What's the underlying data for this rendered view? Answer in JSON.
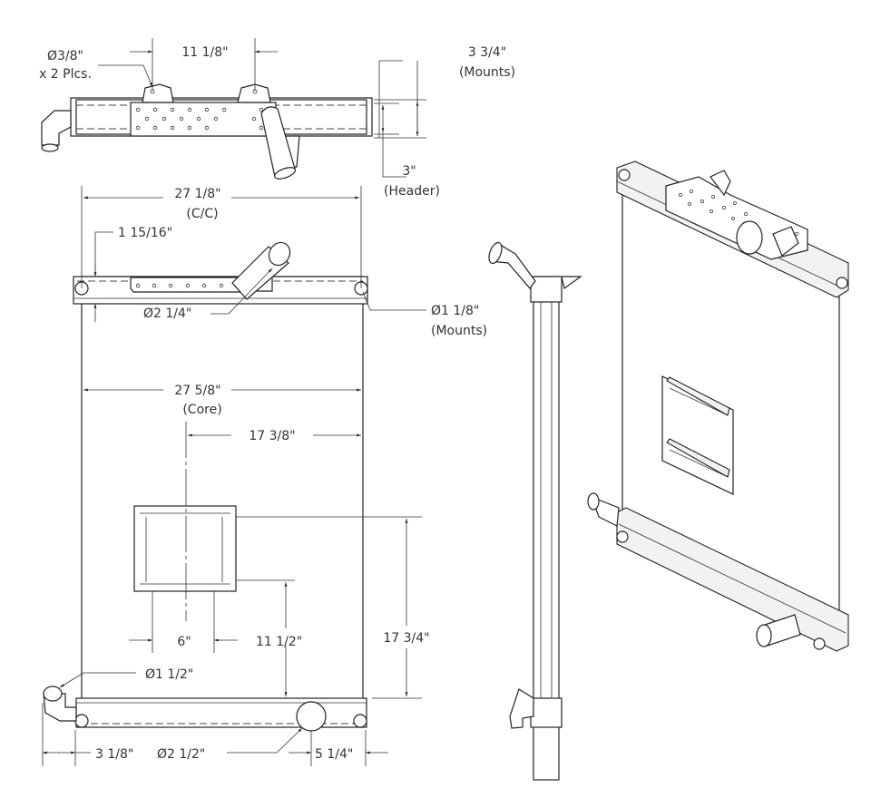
{
  "drawing": {
    "title": "Radiator dimension drawing",
    "top_view": {
      "mount_hole": "Ø3/8\"",
      "mount_hole_qty": "x 2 Plcs.",
      "mount_spacing": "11 1/8\"",
      "mount_height": "3 3/4\"",
      "mount_height_note": "(Mounts)",
      "header_height": "3\"",
      "header_height_note": "(Header)"
    },
    "front_view": {
      "center_to_center": "27 1/8\"",
      "center_to_center_note": "(C/C)",
      "mount_offset": "1 15/16\"",
      "top_pipe": "Ø2 1/4\"",
      "mount_diameter": "Ø1 1/8\"",
      "mount_diameter_note": "(Mounts)",
      "core_width": "27 5/8\"",
      "core_width_note": "(Core)",
      "window_offset": "17 3/8\"",
      "window_height_span": "17 3/4\"",
      "window_width": "6\"",
      "window_bottom_height": "11 1/2\"",
      "left_pipe": "Ø1 1/2\"",
      "left_pipe_offset": "3 1/8\"",
      "bottom_pipe": "Ø2 1/2\"",
      "bottom_pipe_offset": "5 1/4\""
    }
  }
}
